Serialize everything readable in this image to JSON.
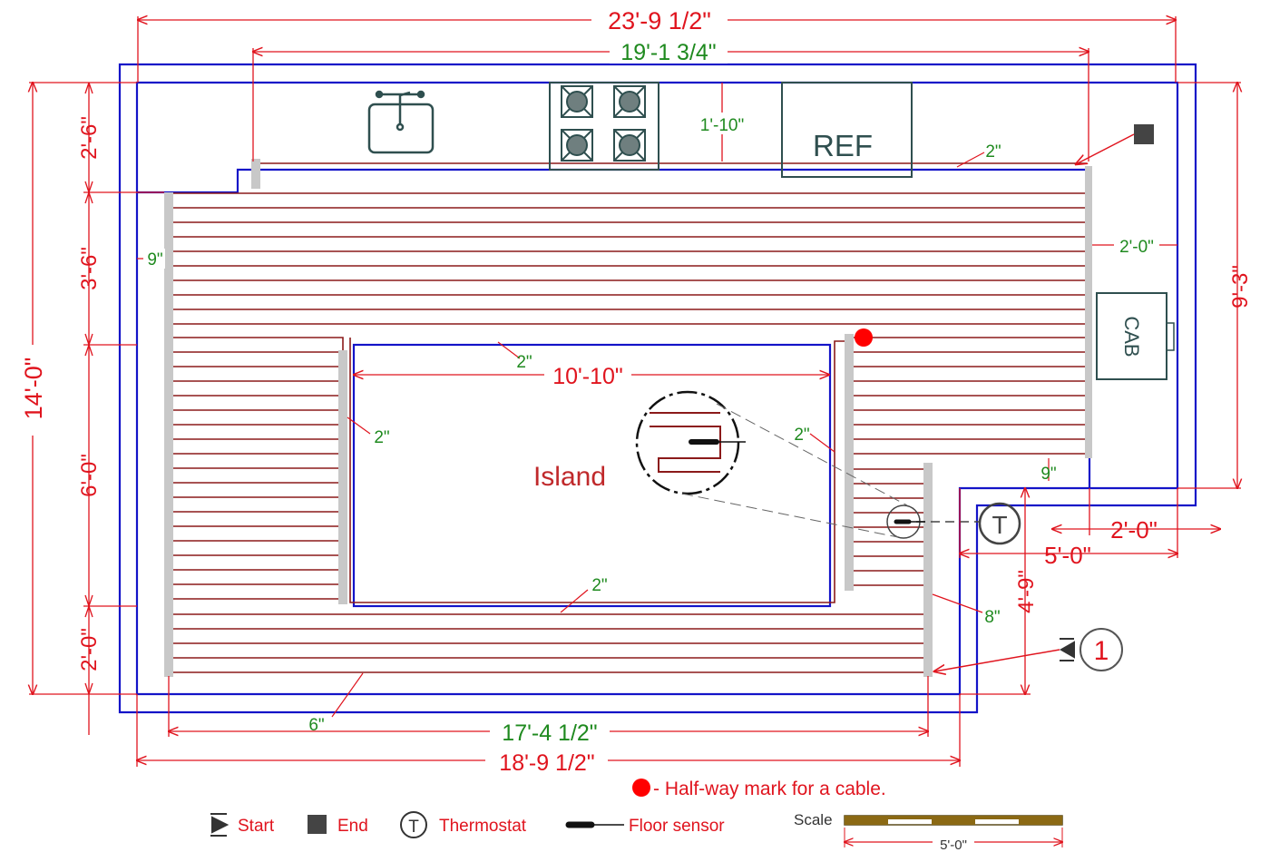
{
  "dimensions": {
    "top_overall": "23'-9 1/2\"",
    "top_inner": "19'-1 3/4\"",
    "left_overall": "14'-0\"",
    "left_seg1": "2'-6\"",
    "left_seg2": "3'-6\"",
    "left_seg3": "6'-0\"",
    "left_seg4": "2'-0\"",
    "right_height": "9'-3\"",
    "right_notch_width": "2'-0\"",
    "right_step_width": "5'-0\"",
    "right_step_height": "4'-9\"",
    "bottom_inner": "17'-4 1/2\"",
    "bottom_overall": "18'-9 1/2\"",
    "island_width": "10'-10\"",
    "counter_depth": "1'-10\""
  },
  "spacing_labels": {
    "top_gap": "2\"",
    "right_gap": "2'-0\"",
    "left_gap": "9\"",
    "island_top_gap": "2\"",
    "island_left_gap": "2\"",
    "island_right_gap": "2\"",
    "island_bottom_gap": "2\"",
    "step_gap": "9\"",
    "step_right_gap": "8\"",
    "bottom_gap": "6\""
  },
  "fixtures": {
    "refrigerator": "REF",
    "cabinet": "CAB",
    "island": "Island",
    "thermostat_symbol": "T",
    "start_marker": "1"
  },
  "legend": {
    "halfway": "- Half-way mark for a cable.",
    "start": "Start",
    "end": "End",
    "thermostat": "Thermostat",
    "floor_sensor": "Floor sensor",
    "scale_title": "Scale",
    "scale_value": "5'-0\""
  },
  "colors": {
    "wall": "#1414c8",
    "cable": "#8b1a1a",
    "dimension": "#e0141e",
    "spacing": "#1f8a1f",
    "fixture": "#2f4f4f",
    "strap": "#c8c8c8",
    "halfway_dot": "#ff0000"
  }
}
